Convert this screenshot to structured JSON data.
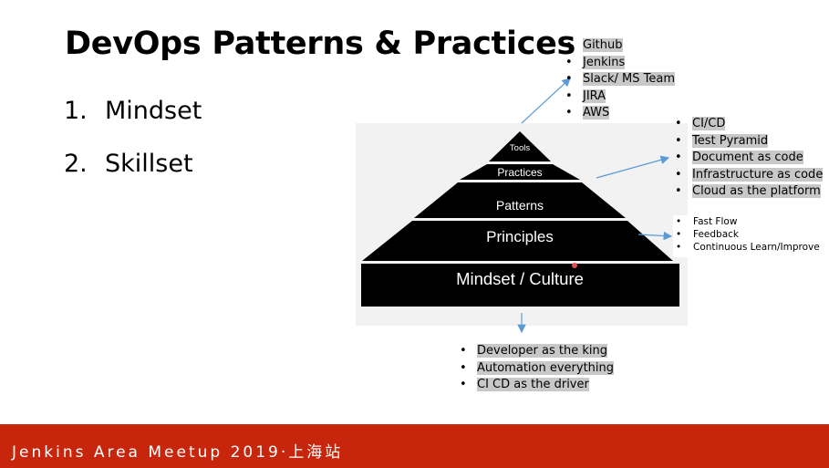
{
  "slide": {
    "title": "DevOps Patterns & Practices",
    "list": [
      {
        "num": "1.",
        "text": "Mindset"
      },
      {
        "num": "2.",
        "text": "Skillset"
      }
    ]
  },
  "pyramid": {
    "levels": [
      "Tools",
      "Practices",
      "Patterns",
      "Principles",
      "Mindset / Culture"
    ]
  },
  "callouts": {
    "tools": [
      "Github",
      "Jenkins",
      "Slack/ MS Team",
      "JIRA",
      "AWS"
    ],
    "practices": [
      "CI/CD",
      "Test Pyramid",
      "Document as code",
      "Infrastructure as code",
      "Cloud as the platform"
    ],
    "principles": [
      "Fast Flow",
      "Feedback",
      "Continuous Learn/Improve"
    ],
    "mindset": [
      "Developer as the king",
      "Automation everything",
      "CI CD as the driver"
    ]
  },
  "footer": {
    "text": "Jenkins Area Meetup 2019·上海站"
  },
  "colors": {
    "footer": "#c8260c",
    "arrow": "#5b9bd5",
    "highlight": "#c8c8c8"
  }
}
